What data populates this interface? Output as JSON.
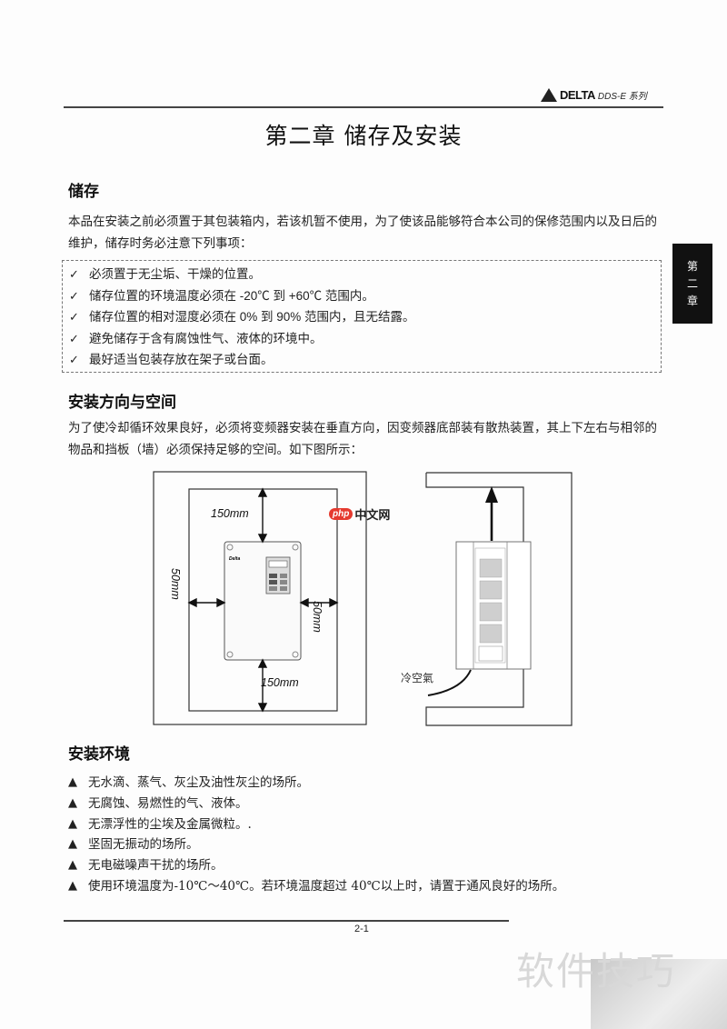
{
  "header": {
    "brand": "DELTA",
    "series": "DDS-E 系列"
  },
  "title": "第二章  储存及安装",
  "side_tab": [
    "第",
    "二",
    "章"
  ],
  "storage": {
    "heading": "储存",
    "intro": "本品在安装之前必须置于其包装箱内，若该机暂不使用，为了使该品能够符合本公司的保修范围内以及日后的维护，储存时务必注意下列事项：",
    "items": [
      "必须置于无尘垢、干燥的位置。",
      "储存位置的环境温度必须在 -20℃ 到 +60℃ 范围内。",
      "储存位置的相对湿度必须在 0% 到 90% 范围内，且无结露。",
      "避免储存于含有腐蚀性气、液体的环境中。",
      "最好适当包装存放在架子或台面。"
    ],
    "check_glyph": "✓"
  },
  "orientation": {
    "heading": "安装方向与空间",
    "intro": "为了使冷却循环效果良好，必须将变频器安装在垂直方向，因变频器底部装有散热装置，其上下左右与相邻的物品和挡板（墙）必须保持足够的空间。如下图所示：",
    "diagram": {
      "top_clearance": "150mm",
      "bottom_clearance": "150mm",
      "left_clearance": "50mm",
      "right_clearance": "50mm",
      "airflow_label": "冷空氣"
    }
  },
  "environment": {
    "heading": "安装环境",
    "items": [
      "无水滴、蒸气、灰尘及油性灰尘的场所。",
      "无腐蚀、易燃性的气、液体。",
      "无漂浮性的尘埃及金属微粒。.",
      "坚固无振动的场所。",
      "无电磁噪声干扰的场所。",
      "使用环境温度为-10℃～40℃。若环境温度超过 40℃以上时，请置于通风良好的场所。"
    ],
    "bullet_glyph": "▲"
  },
  "footer": {
    "page_number": "2-1"
  },
  "watermarks": {
    "php_pill": "php",
    "php_text": "中文网",
    "corner_text": "软件技巧"
  }
}
